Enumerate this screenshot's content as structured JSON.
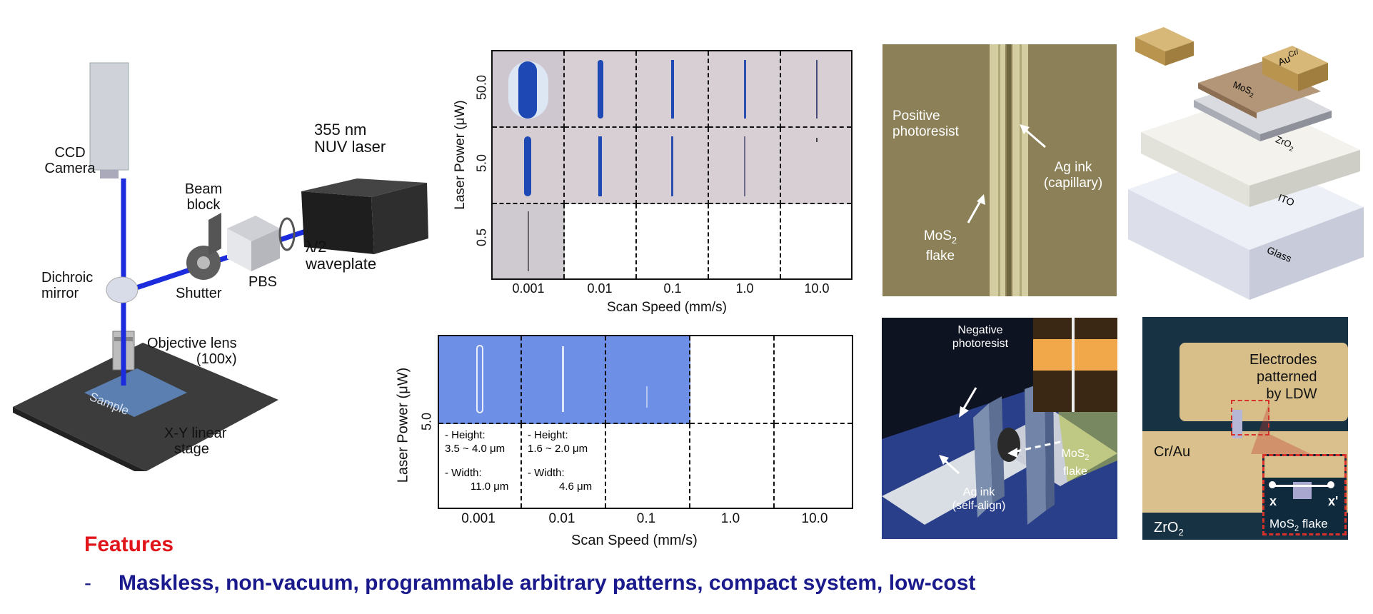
{
  "setup": {
    "ccd_camera": [
      "CCD",
      "Camera"
    ],
    "laser": [
      "355 nm",
      "NUV laser"
    ],
    "beam_block": [
      "Beam",
      "block"
    ],
    "waveplate": [
      "λ/2",
      "waveplate"
    ],
    "dichroic": [
      "Dichroic",
      "mirror"
    ],
    "shutter": "Shutter",
    "pbs": "PBS",
    "objective": [
      "Objective lens",
      "(100x)"
    ],
    "sample": "Sample",
    "stage": [
      "X-Y linear",
      "stage"
    ]
  },
  "grid_top": {
    "ylabel": "Laser Power (μW)",
    "xlabel": "Scan Speed (mm/s)",
    "x_ticks": [
      "0.001",
      "0.01",
      "0.1",
      "1.0",
      "10.0"
    ],
    "y_ticks": [
      "50.0",
      "5.0",
      "0.5"
    ]
  },
  "grid_bottom": {
    "ylabel": "Laser Power (μW)",
    "xlabel": "Scan Speed (mm/s)",
    "x_ticks": [
      "0.001",
      "0.01",
      "0.1",
      "1.0",
      "10.0"
    ],
    "y_tick": "5.0",
    "notes": [
      {
        "h_label": "- Height:",
        "h_val": "3.5 ~ 4.0 μm",
        "w_label": "- Width:",
        "w_val": "11.0 μm"
      },
      {
        "h_label": "- Height:",
        "h_val": "1.6 ~ 2.0 μm",
        "w_label": "- Width:",
        "w_val": "4.6 μm"
      }
    ]
  },
  "micrograph_top": {
    "positive": [
      "Positive",
      "photoresist"
    ],
    "ag_ink": [
      "Ag ink",
      "(capillary)"
    ],
    "mos2": [
      "MoS",
      "2",
      "flake"
    ]
  },
  "micrograph_bottom": {
    "negative": [
      "Negative",
      "photoresist"
    ],
    "mos2": [
      "MoS",
      "2",
      "flake"
    ],
    "ag_ink": [
      "Ag ink",
      "(self-align)"
    ]
  },
  "stack": {
    "aucr": "Au",
    "aucr_sup": "Cr/",
    "mos2": "MoS",
    "zro2": "ZrO",
    "ito": "ITO",
    "glass": "Glass"
  },
  "device": {
    "electrodes": [
      "Electrodes",
      "patterned",
      "by LDW"
    ],
    "crau": "Cr/Au",
    "zro2": "ZrO",
    "x": "x",
    "xprime": "x'",
    "mos2": "MoS",
    "mos2_tail": "flake"
  },
  "features": {
    "title": "Features",
    "dash": "-",
    "item": "Maskless, non-vacuum, programmable arbitrary patterns, compact system, low-cost"
  }
}
